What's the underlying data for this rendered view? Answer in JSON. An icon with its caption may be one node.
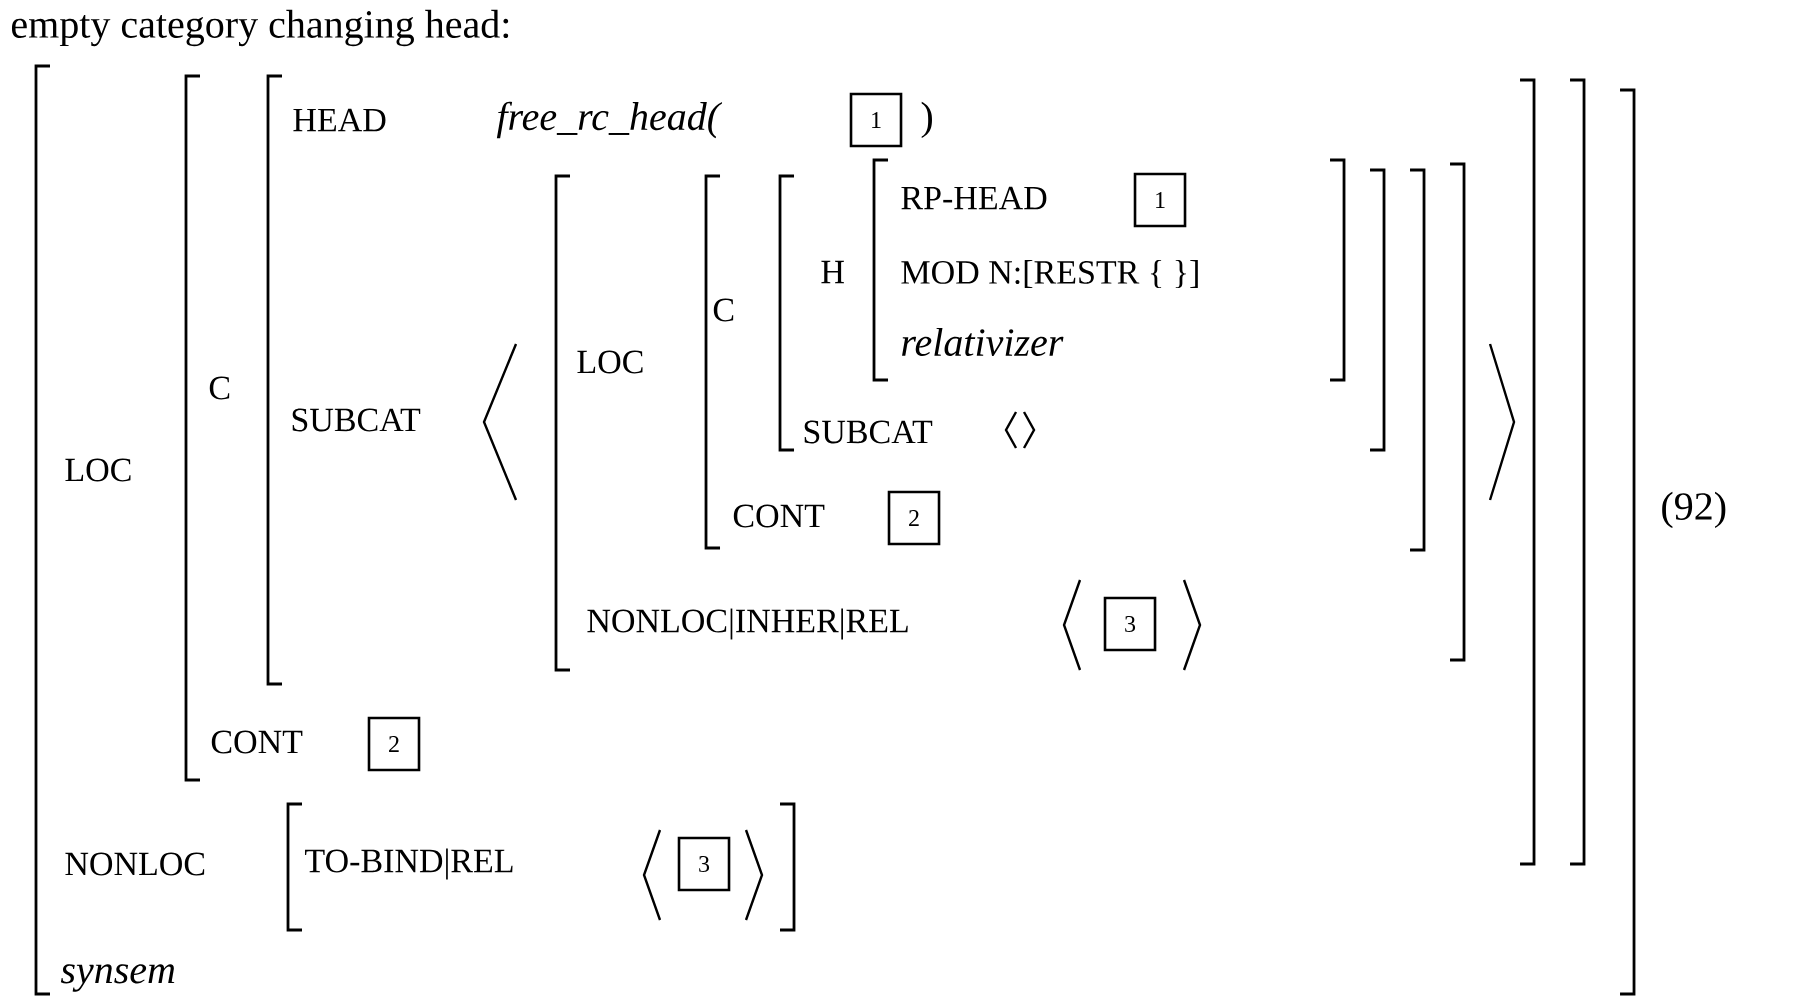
{
  "diagram": {
    "title": "empty category changing head:",
    "nodes": [
      {
        "text": [
          "1"
        ]
      },
      {
        "text": [
          "1"
        ]
      },
      {
        "text": [
          "2"
        ]
      },
      {
        "text": [
          "3"
        ]
      },
      {
        "text": [
          "2"
        ]
      },
      {
        "text": [
          "3"
        ]
      }
    ],
    "labels": [
      "HEAD",
      "free_rc_head(",
      ")",
      "RP-HEAD",
      "H",
      "MOD N:[RESTR { }]",
      "relativizer",
      "C",
      "LOC",
      "SUBCAT",
      "C",
      "SUBCAT",
      "LOC",
      "CONT",
      "NONLOC|INHER|REL",
      "CONT",
      "NONLOC",
      "TO-BIND|REL",
      "synsem",
      "(92)"
    ]
  }
}
